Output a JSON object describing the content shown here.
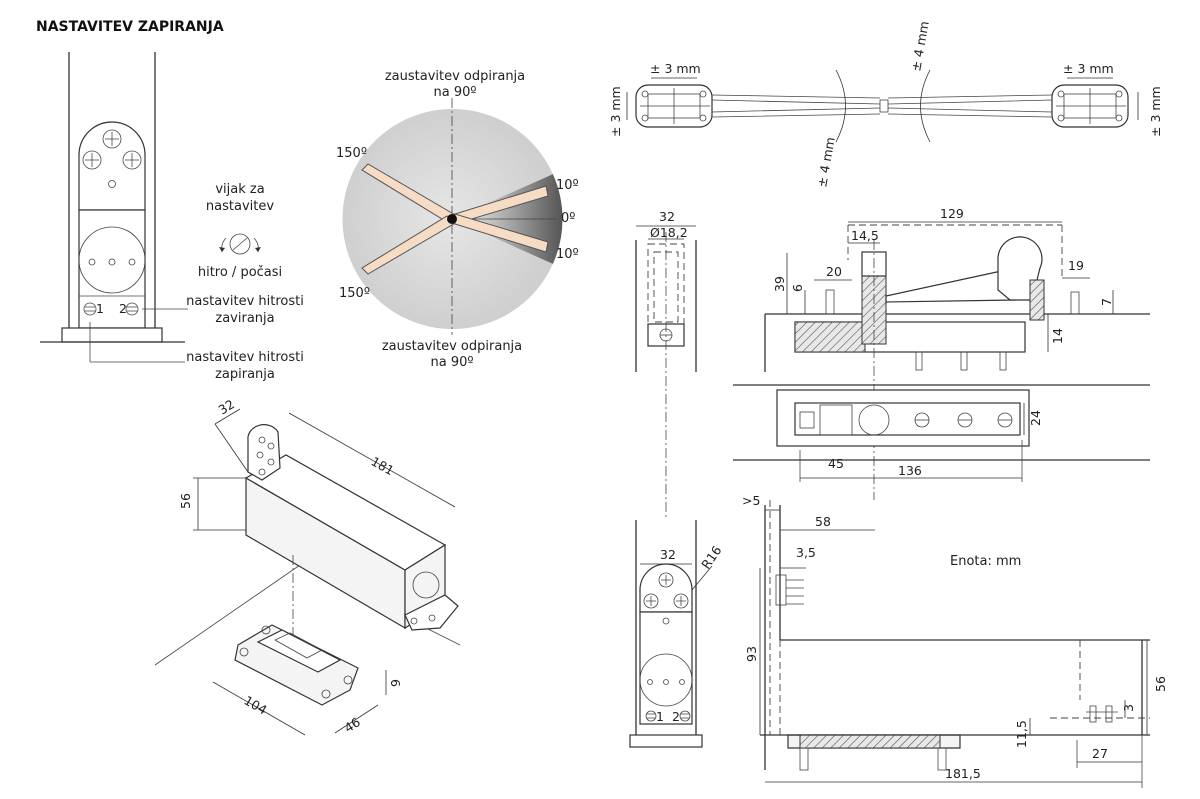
{
  "title": "NASTAVITEV ZAPIRANJA",
  "adjust": {
    "screw_label_1": "vijak za",
    "screw_label_2": "nastavitev",
    "speed_label": "hitro / počasi",
    "valve_1": "1",
    "valve_2": "2",
    "closing_speed_1": "nastavitev hitrosti",
    "closing_speed_2": "zaviranja",
    "latch_speed_1": "nastavitev hitrosti",
    "latch_speed_2": "zapiranja"
  },
  "angles": {
    "top_stop_1": "zaustavitev odpiranja",
    "top_stop_2": "na 90º",
    "bottom_stop_1": "zaustavitev odpiranja",
    "bottom_stop_2": "na 90º",
    "a150_top": "150º",
    "a150_bottom": "150º",
    "a10_top": "10º",
    "a0": "0º",
    "a10_bottom": "10º"
  },
  "iso": {
    "d32": "32",
    "d181": "181",
    "d56": "56",
    "d104": "104",
    "d46": "46",
    "d9": "9"
  },
  "tolerance": {
    "tl_h": "± 3 mm",
    "tl_v": "± 3 mm",
    "tr_h": "± 3 mm",
    "tr_v": "± 3 mm",
    "angle_top": "± 4 mm",
    "angle_bottom": "± 4 mm"
  },
  "front": {
    "d32": "32",
    "dia": "Ø18,2"
  },
  "side": {
    "d129": "129",
    "d14_5": "14,5",
    "d20": "20",
    "d19": "19",
    "d39": "39",
    "d6": "6",
    "d7": "7",
    "d14": "14",
    "d24": "24",
    "d45": "45",
    "d136": "136"
  },
  "bottom": {
    "gt5": ">5",
    "d58": "58",
    "d3_5": "3,5",
    "unit": "Enota: mm",
    "d93": "93",
    "d56": "56",
    "d3": "3",
    "d11_5": "11,5",
    "d27": "27",
    "d181_5": "181,5",
    "d32": "32",
    "r16": "R16",
    "v1": "1",
    "v2": "2"
  }
}
